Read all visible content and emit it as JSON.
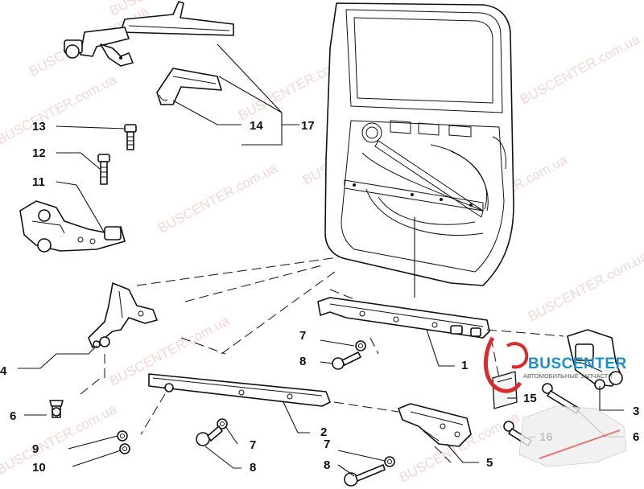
{
  "watermark": {
    "text": "BUSCENTER.com.ua"
  },
  "logo": {
    "main": "BUSCENTER",
    "sub": "АВТОМОБИЛЬНЫЕ ЗАПЧАСТИ"
  },
  "callouts": {
    "n1": "1",
    "n2": "2",
    "n3": "3",
    "n4": "4",
    "n5": "5",
    "n6a": "6",
    "n6b": "6",
    "n7a": "7",
    "n7b": "7",
    "n7c": "7",
    "n8a": "8",
    "n8b": "8",
    "n8c": "8",
    "n9": "9",
    "n10": "10",
    "n11": "11",
    "n12": "12",
    "n13": "13",
    "n14": "14",
    "n15": "15",
    "n16": "16",
    "n17": "17"
  }
}
